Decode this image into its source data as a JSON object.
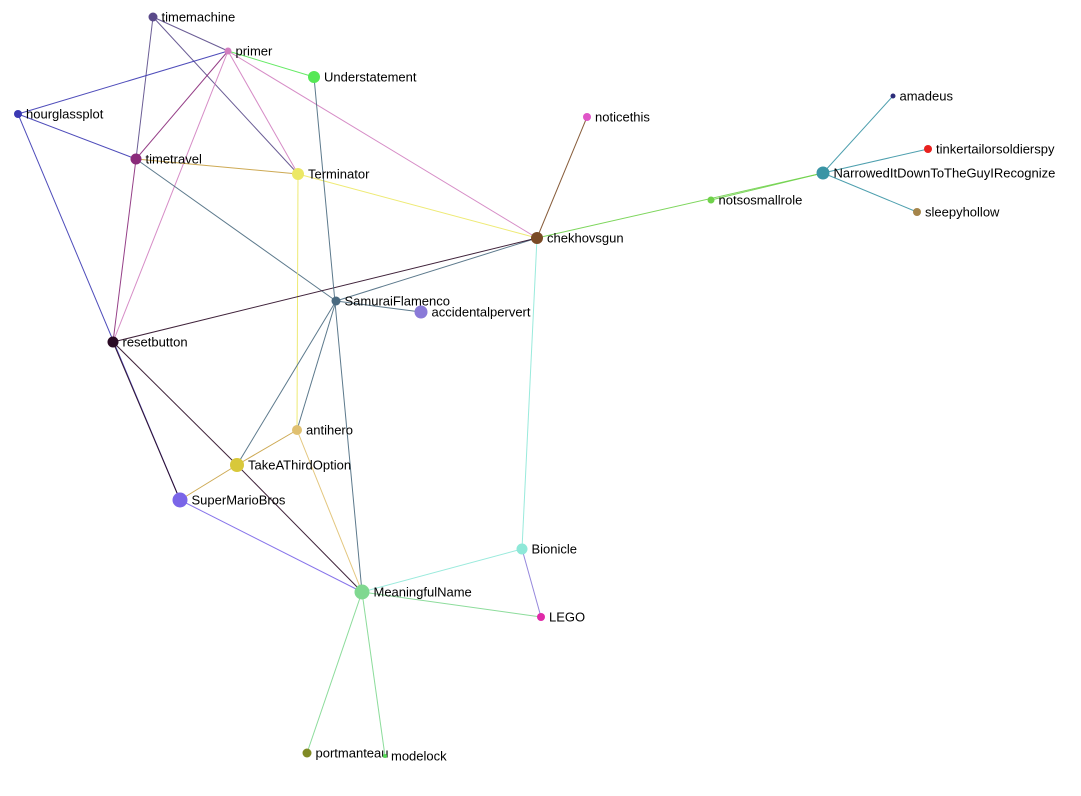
{
  "graph": {
    "nodes": [
      {
        "id": "timemachine",
        "label": "timemachine",
        "color": "#5a4a8a"
      },
      {
        "id": "primer",
        "label": "primer",
        "color": "#d27fc0"
      },
      {
        "id": "Understatement",
        "label": "Understatement",
        "color": "#55e855"
      },
      {
        "id": "hourglassplot",
        "label": "hourglassplot",
        "color": "#3b39b3"
      },
      {
        "id": "timetravel",
        "label": "timetravel",
        "color": "#8a2a7a"
      },
      {
        "id": "Terminator",
        "label": "Terminator",
        "color": "#ece865"
      },
      {
        "id": "noticethis",
        "label": "noticethis",
        "color": "#e055c8"
      },
      {
        "id": "amadeus",
        "label": "amadeus",
        "color": "#2d2d7a"
      },
      {
        "id": "tinkertailorsoldierspy",
        "label": "tinkertailorsoldierspy",
        "color": "#e8211e"
      },
      {
        "id": "NarrowedItDownToTheGuyIRecognize",
        "label": "NarrowedItDownToTheGuyIRecognize",
        "color": "#3a95a5"
      },
      {
        "id": "notsosmallrole",
        "label": "notsosmallrole",
        "color": "#6fd24a"
      },
      {
        "id": "sleepyhollow",
        "label": "sleepyhollow",
        "color": "#a5854a"
      },
      {
        "id": "chekhovsgun",
        "label": "chekhovsgun",
        "color": "#7a4a25"
      },
      {
        "id": "SamuraiFlamenco",
        "label": "SamuraiFlamenco",
        "color": "#4a6a80"
      },
      {
        "id": "accidentalpervert",
        "label": "accidentalpervert",
        "color": "#8a7ad8"
      },
      {
        "id": "resetbutton",
        "label": "resetbutton",
        "color": "#2a0a25"
      },
      {
        "id": "antihero",
        "label": "antihero",
        "color": "#e0c070"
      },
      {
        "id": "TakeAThirdOption",
        "label": "TakeAThirdOption",
        "color": "#d8c83a"
      },
      {
        "id": "SuperMarioBros",
        "label": "SuperMarioBros",
        "color": "#7a65e8"
      },
      {
        "id": "Bionicle",
        "label": "Bionicle",
        "color": "#8ee8d8"
      },
      {
        "id": "MeaningfulName",
        "label": "MeaningfulName",
        "color": "#80d890"
      },
      {
        "id": "LEGO",
        "label": "LEGO",
        "color": "#e02aa8"
      },
      {
        "id": "portmanteau",
        "label": "portmanteau",
        "color": "#808a25"
      },
      {
        "id": "modelock",
        "label": "modelock",
        "color": "#55d855"
      }
    ],
    "edges": [
      {
        "source": "timemachine",
        "target": "primer",
        "color": "#5a4a8a"
      },
      {
        "source": "timemachine",
        "target": "timetravel",
        "color": "#5a4a8a"
      },
      {
        "source": "timemachine",
        "target": "Terminator",
        "color": "#5a4a8a"
      },
      {
        "source": "primer",
        "target": "Understatement",
        "color": "#55e855"
      },
      {
        "source": "primer",
        "target": "hourglassplot",
        "color": "#3b39b3"
      },
      {
        "source": "primer",
        "target": "timetravel",
        "color": "#8a2a7a"
      },
      {
        "source": "primer",
        "target": "Terminator",
        "color": "#d27fc0"
      },
      {
        "source": "primer",
        "target": "chekhovsgun",
        "color": "#d27fc0"
      },
      {
        "source": "primer",
        "target": "resetbutton",
        "color": "#d27fc0"
      },
      {
        "source": "hourglassplot",
        "target": "timetravel",
        "color": "#3b39b3"
      },
      {
        "source": "hourglassplot",
        "target": "SuperMarioBros",
        "color": "#3b39b3"
      },
      {
        "source": "timetravel",
        "target": "Terminator",
        "color": "#c8a040"
      },
      {
        "source": "timetravel",
        "target": "resetbutton",
        "color": "#8a2a7a"
      },
      {
        "source": "timetravel",
        "target": "SamuraiFlamenco",
        "color": "#4a6a80"
      },
      {
        "source": "Terminator",
        "target": "chekhovsgun",
        "color": "#ece865"
      },
      {
        "source": "Terminator",
        "target": "antihero",
        "color": "#ece865"
      },
      {
        "source": "noticethis",
        "target": "chekhovsgun",
        "color": "#7a4a25"
      },
      {
        "source": "amadeus",
        "target": "NarrowedItDownToTheGuyIRecognize",
        "color": "#3a95a5"
      },
      {
        "source": "tinkertailorsoldierspy",
        "target": "NarrowedItDownToTheGuyIRecognize",
        "color": "#3a95a5"
      },
      {
        "source": "sleepyhollow",
        "target": "NarrowedItDownToTheGuyIRecognize",
        "color": "#3a95a5"
      },
      {
        "source": "notsosmallrole",
        "target": "NarrowedItDownToTheGuyIRecognize",
        "color": "#6fd24a"
      },
      {
        "source": "chekhovsgun",
        "target": "NarrowedItDownToTheGuyIRecognize",
        "color": "#6fd24a"
      },
      {
        "source": "chekhovsgun",
        "target": "SamuraiFlamenco",
        "color": "#4a6a80"
      },
      {
        "source": "resetbutton",
        "target": "chekhovsgun",
        "color": "#2a0a25"
      },
      {
        "source": "chekhovsgun",
        "target": "Bionicle",
        "color": "#8ee8d8"
      },
      {
        "source": "SamuraiFlamenco",
        "target": "accidentalpervert",
        "color": "#4a6a80"
      },
      {
        "source": "SamuraiFlamenco",
        "target": "antihero",
        "color": "#4a6a80"
      },
      {
        "source": "SamuraiFlamenco",
        "target": "TakeAThirdOption",
        "color": "#4a6a80"
      },
      {
        "source": "Understatement",
        "target": "MeaningfulName",
        "color": "#4a6a80"
      },
      {
        "source": "resetbutton",
        "target": "TakeAThirdOption",
        "color": "#2a0a25"
      },
      {
        "source": "resetbutton",
        "target": "SuperMarioBros",
        "color": "#2a0a25"
      },
      {
        "source": "antihero",
        "target": "TakeAThirdOption",
        "color": "#c8a040"
      },
      {
        "source": "antihero",
        "target": "MeaningfulName",
        "color": "#e0c070"
      },
      {
        "source": "TakeAThirdOption",
        "target": "SuperMarioBros",
        "color": "#c8a040"
      },
      {
        "source": "TakeAThirdOption",
        "target": "MeaningfulName",
        "color": "#2a0a25"
      },
      {
        "source": "SuperMarioBros",
        "target": "MeaningfulName",
        "color": "#7a65e8"
      },
      {
        "source": "Bionicle",
        "target": "MeaningfulName",
        "color": "#8ee8d8"
      },
      {
        "source": "Bionicle",
        "target": "LEGO",
        "color": "#8a7ad8"
      },
      {
        "source": "MeaningfulName",
        "target": "LEGO",
        "color": "#80d890"
      },
      {
        "source": "MeaningfulName",
        "target": "portmanteau",
        "color": "#80d890"
      },
      {
        "source": "MeaningfulName",
        "target": "modelock",
        "color": "#80d890"
      }
    ]
  }
}
